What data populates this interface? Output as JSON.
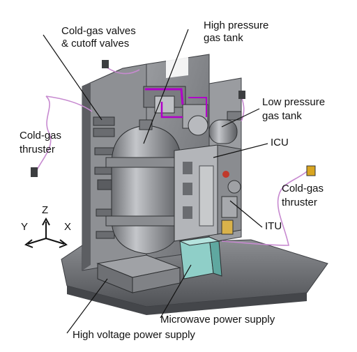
{
  "labels": {
    "cold_gas_valves_l1": "Cold-gas valves",
    "cold_gas_valves_l2": "& cutoff valves",
    "high_pressure_l1": "High pressure",
    "high_pressure_l2": "gas tank",
    "low_pressure_l1": "Low pressure",
    "low_pressure_l2": "gas tank",
    "cold_gas_thruster_left_l1": "Cold-gas",
    "cold_gas_thruster_left_l2": "thruster",
    "icu": "ICU",
    "cold_gas_thruster_right_l1": "Cold-gas",
    "cold_gas_thruster_right_l2": "thruster",
    "itu": "ITU",
    "microwave_power_supply": "Microwave power supply",
    "high_voltage_power_supply": "High voltage power supply"
  },
  "axes": {
    "x": "X",
    "y": "Y",
    "z": "Z"
  },
  "colors": {
    "frame": "#8a8c90",
    "frame_dark": "#4a4c50",
    "tubing": "#c78ad0",
    "harness": "#b000c8",
    "tank": "#a2a4a8",
    "microwave_box": "#8fcfc8",
    "leader": "#111111"
  }
}
